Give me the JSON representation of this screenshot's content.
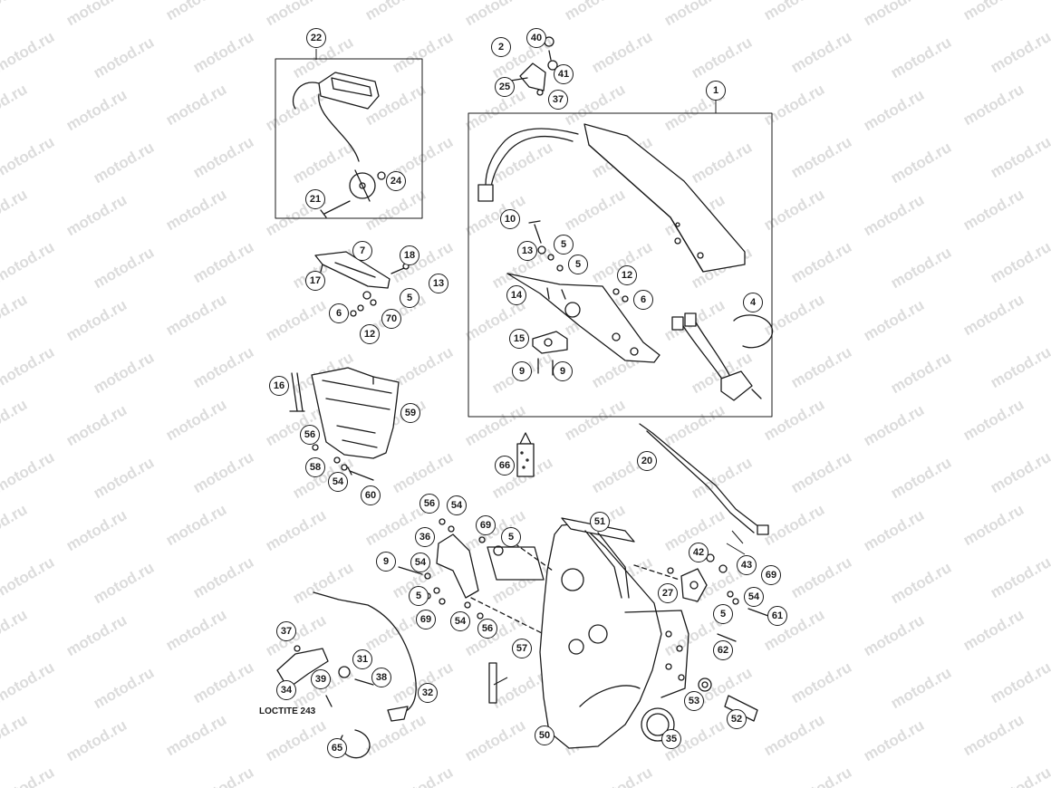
{
  "watermark": "motod.ru",
  "note": "LOCTITE 243",
  "callouts": [
    "22",
    "2",
    "40",
    "41",
    "25",
    "37",
    "1",
    "21",
    "24",
    "7",
    "18",
    "17",
    "13",
    "5",
    "6",
    "70",
    "12",
    "10",
    "13",
    "5",
    "5",
    "12",
    "6",
    "14",
    "4",
    "15",
    "9",
    "9",
    "16",
    "59",
    "56",
    "58",
    "54",
    "60",
    "66",
    "20",
    "56",
    "54",
    "36",
    "69",
    "5",
    "51",
    "9",
    "54",
    "5",
    "69",
    "54",
    "56",
    "42",
    "43",
    "69",
    "54",
    "27",
    "5",
    "61",
    "62",
    "37",
    "31",
    "39",
    "38",
    "34",
    "32",
    "57",
    "53",
    "52",
    "50",
    "35",
    "65"
  ],
  "colors": {
    "ink": "#1a1a1a",
    "watermark": "#dcdcdc",
    "background": "#ffffff"
  }
}
